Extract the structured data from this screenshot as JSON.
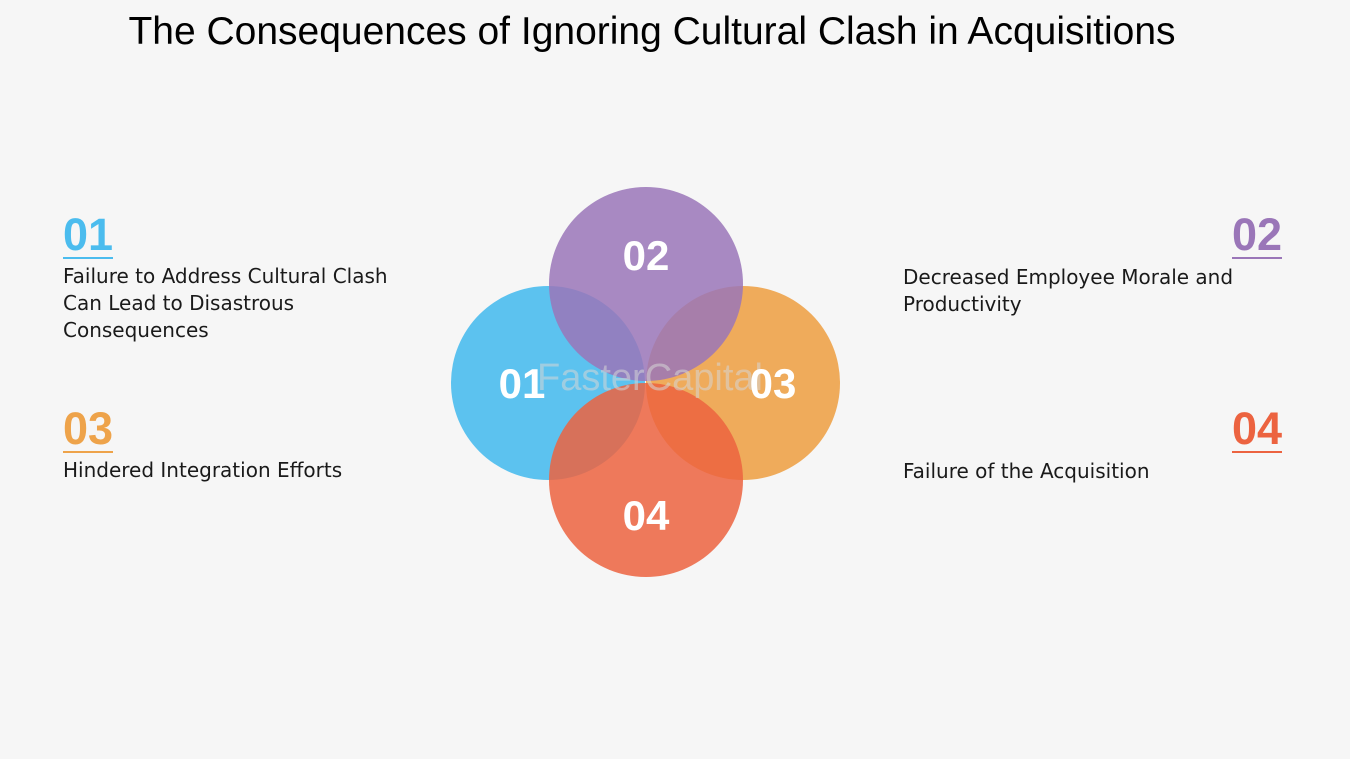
{
  "title": "The Consequences of Ignoring Cultural Clash in Acquisitions",
  "colors": {
    "item1": "#4bbcee",
    "item2": "#9a76b8",
    "item3": "#eea34a",
    "item4": "#ec6340",
    "overlap": "#d04a3a"
  },
  "items": [
    {
      "num": "01",
      "label": "Failure to Address Cultural Clash Can Lead to Disastrous Consequences"
    },
    {
      "num": "02",
      "label": "Decreased Employee Morale and Productivity"
    },
    {
      "num": "03",
      "label": "Hindered Integration Efforts"
    },
    {
      "num": "04",
      "label": "Failure of the Acquisition"
    }
  ],
  "circles": [
    {
      "num": "01"
    },
    {
      "num": "02"
    },
    {
      "num": "03"
    },
    {
      "num": "04"
    }
  ],
  "watermark": "FasterCapital"
}
